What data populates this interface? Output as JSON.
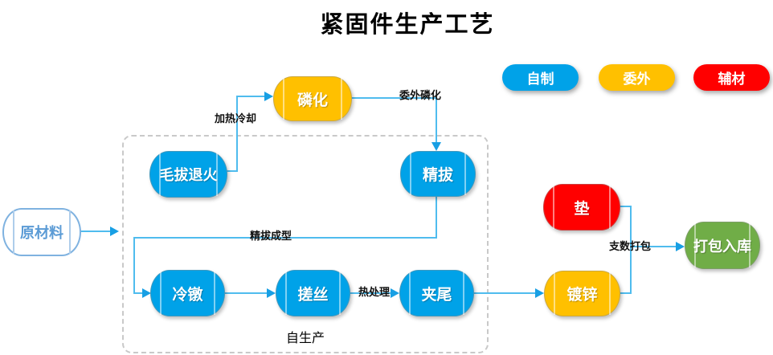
{
  "title": "紧固件生产工艺",
  "legend": {
    "self_made": {
      "label": "自制",
      "color": "#00A2E8"
    },
    "outsourced": {
      "label": "委外",
      "color": "#FFC000"
    },
    "auxiliary": {
      "label": "辅材",
      "color": "#FF0000"
    }
  },
  "container_label": "自生产",
  "nodes": {
    "raw_material": {
      "label": "原材料",
      "type": "input"
    },
    "phosphating": {
      "label": "磷化",
      "type": "outsourced"
    },
    "anneal": {
      "label": "毛拔退火",
      "type": "self_made"
    },
    "fine_drawing": {
      "label": "精拔",
      "type": "self_made"
    },
    "cold_heading": {
      "label": "冷镦",
      "type": "self_made"
    },
    "thread_rolling": {
      "label": "搓丝",
      "type": "self_made"
    },
    "tail_clamping": {
      "label": "夹尾",
      "type": "self_made"
    },
    "washer": {
      "label": "垫",
      "type": "auxiliary"
    },
    "galvanizing": {
      "label": "镀锌",
      "type": "outsourced"
    },
    "packing": {
      "label": "打包入库",
      "type": "finish",
      "color": "#70AD47"
    }
  },
  "edge_labels": {
    "heat_cool": "加热冷却",
    "outsourced_phosphating": "委外磷化",
    "fine_draw_forming": "精拔成型",
    "heat_treatment": "热处理",
    "count_packing": "支数打包"
  },
  "colors": {
    "line": "#4FBCEE",
    "arrowhead": "#189FE4",
    "dashed_border": "#C9C9C9",
    "raw_material_border": "#7FB2E0"
  }
}
